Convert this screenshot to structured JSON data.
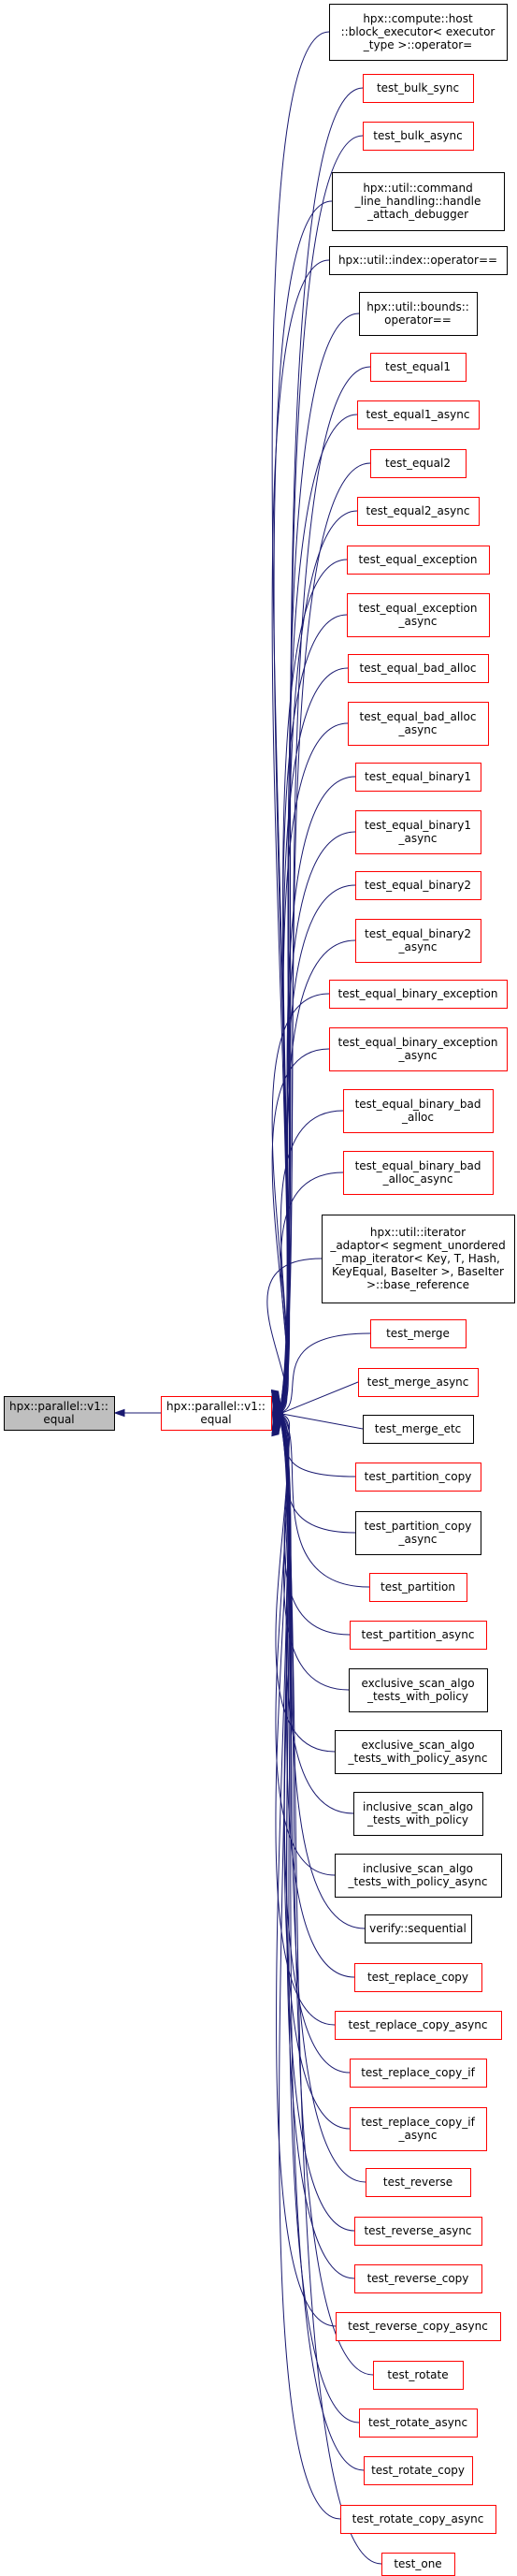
{
  "colors": {
    "edge": "#191970",
    "border_link": "#ff0000",
    "border_plain": "#000000",
    "focus_fill": "#bfbfbf",
    "fill": "#ffffff"
  },
  "graph": {
    "root": {
      "lines": [
        "hpx::parallel::v1::",
        "equal"
      ]
    },
    "hub": {
      "lines": [
        "hpx::parallel::v1::",
        "equal"
      ]
    },
    "callers": [
      {
        "lines": [
          "hpx::compute::host",
          "::block_executor< executor",
          "_type >::operator="
        ],
        "link": false
      },
      {
        "lines": [
          "test_bulk_sync"
        ],
        "link": true
      },
      {
        "lines": [
          "test_bulk_async"
        ],
        "link": true
      },
      {
        "lines": [
          "hpx::util::command",
          "_line_handling::handle",
          "_attach_debugger"
        ],
        "link": false
      },
      {
        "lines": [
          "hpx::util::index::operator=="
        ],
        "link": false
      },
      {
        "lines": [
          "hpx::util::bounds::",
          "operator=="
        ],
        "link": false
      },
      {
        "lines": [
          "test_equal1"
        ],
        "link": true
      },
      {
        "lines": [
          "test_equal1_async"
        ],
        "link": true
      },
      {
        "lines": [
          "test_equal2"
        ],
        "link": true
      },
      {
        "lines": [
          "test_equal2_async"
        ],
        "link": true
      },
      {
        "lines": [
          "test_equal_exception"
        ],
        "link": true
      },
      {
        "lines": [
          "test_equal_exception",
          "_async"
        ],
        "link": true
      },
      {
        "lines": [
          "test_equal_bad_alloc"
        ],
        "link": true
      },
      {
        "lines": [
          "test_equal_bad_alloc",
          "_async"
        ],
        "link": true
      },
      {
        "lines": [
          "test_equal_binary1"
        ],
        "link": true
      },
      {
        "lines": [
          "test_equal_binary1",
          "_async"
        ],
        "link": true
      },
      {
        "lines": [
          "test_equal_binary2"
        ],
        "link": true
      },
      {
        "lines": [
          "test_equal_binary2",
          "_async"
        ],
        "link": true
      },
      {
        "lines": [
          "test_equal_binary_exception"
        ],
        "link": true
      },
      {
        "lines": [
          "test_equal_binary_exception",
          "_async"
        ],
        "link": true
      },
      {
        "lines": [
          "test_equal_binary_bad",
          "_alloc"
        ],
        "link": true
      },
      {
        "lines": [
          "test_equal_binary_bad",
          "_alloc_async"
        ],
        "link": true
      },
      {
        "lines": [
          "hpx::util::iterator",
          "_adaptor< segment_unordered",
          "_map_iterator< Key, T, Hash,",
          "KeyEqual, BaseIter >, BaseIter",
          ">::base_reference"
        ],
        "link": false
      },
      {
        "lines": [
          "test_merge"
        ],
        "link": true
      },
      {
        "lines": [
          "test_merge_async"
        ],
        "link": true
      },
      {
        "lines": [
          "test_merge_etc"
        ],
        "link": false
      },
      {
        "lines": [
          "test_partition_copy"
        ],
        "link": true
      },
      {
        "lines": [
          "test_partition_copy",
          "_async"
        ],
        "link": false
      },
      {
        "lines": [
          "test_partition"
        ],
        "link": true
      },
      {
        "lines": [
          "test_partition_async"
        ],
        "link": true
      },
      {
        "lines": [
          "exclusive_scan_algo",
          "_tests_with_policy"
        ],
        "link": false
      },
      {
        "lines": [
          "exclusive_scan_algo",
          "_tests_with_policy_async"
        ],
        "link": false
      },
      {
        "lines": [
          "inclusive_scan_algo",
          "_tests_with_policy"
        ],
        "link": false
      },
      {
        "lines": [
          "inclusive_scan_algo",
          "_tests_with_policy_async"
        ],
        "link": false
      },
      {
        "lines": [
          "verify::sequential"
        ],
        "link": false
      },
      {
        "lines": [
          "test_replace_copy"
        ],
        "link": true
      },
      {
        "lines": [
          "test_replace_copy_async"
        ],
        "link": true
      },
      {
        "lines": [
          "test_replace_copy_if"
        ],
        "link": true
      },
      {
        "lines": [
          "test_replace_copy_if",
          "_async"
        ],
        "link": true
      },
      {
        "lines": [
          "test_reverse"
        ],
        "link": true
      },
      {
        "lines": [
          "test_reverse_async"
        ],
        "link": true
      },
      {
        "lines": [
          "test_reverse_copy"
        ],
        "link": true
      },
      {
        "lines": [
          "test_reverse_copy_async"
        ],
        "link": true
      },
      {
        "lines": [
          "test_rotate"
        ],
        "link": true
      },
      {
        "lines": [
          "test_rotate_async"
        ],
        "link": true
      },
      {
        "lines": [
          "test_rotate_copy"
        ],
        "link": true
      },
      {
        "lines": [
          "test_rotate_copy_async"
        ],
        "link": true
      },
      {
        "lines": [
          "test_one"
        ],
        "link": true
      }
    ]
  }
}
